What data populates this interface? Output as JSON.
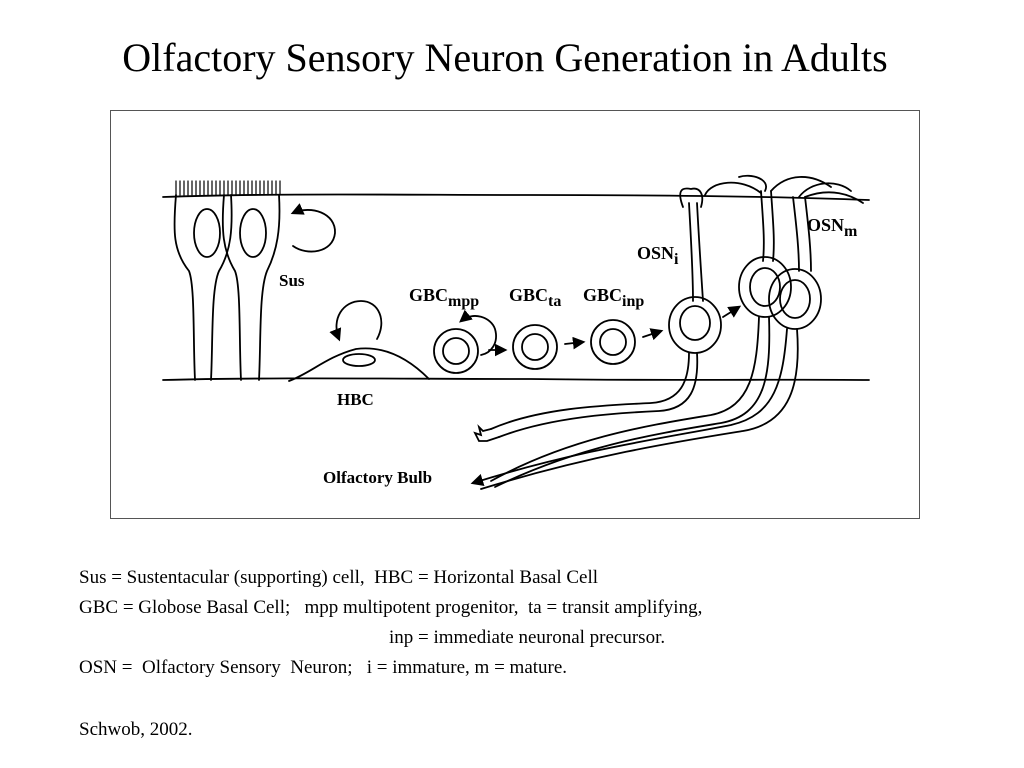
{
  "slide": {
    "title": "Olfactory Sensory Neuron Generation in Adults"
  },
  "diagram": {
    "labels": {
      "sus": "Sus",
      "hbc": "HBC",
      "gbc_mpp_main": "GBC",
      "gbc_mpp_sub": "mpp",
      "gbc_ta_main": "GBC",
      "gbc_ta_sub": "ta",
      "gbc_inp_main": "GBC",
      "gbc_inp_sub": "inp",
      "osn_i_main": "OSN",
      "osn_i_sub": "i",
      "osn_m_main": "OSN",
      "osn_m_sub": "m",
      "olfactory_bulb": "Olfactory Bulb"
    }
  },
  "caption": {
    "line1": "Sus = Sustentacular (supporting) cell,  HBC = Horizontal Basal Cell",
    "line2": "GBC = Globose Basal Cell;   mpp multipotent progenitor,  ta = transit amplifying,",
    "line3": "inp = immediate neuronal precursor.",
    "line4": "OSN =  Olfactory Sensory  Neuron;   i = immature, m = mature.",
    "citation": "Schwob, 2002."
  }
}
